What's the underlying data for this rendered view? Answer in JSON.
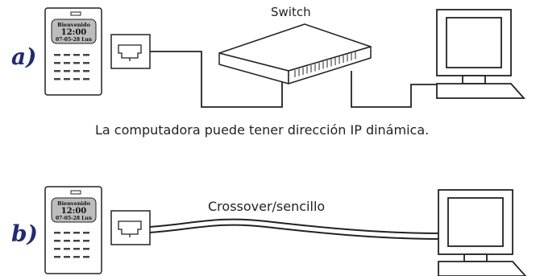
{
  "part_a": {
    "label": "a)",
    "device": {
      "welcome": "Bienvenido",
      "time": "12:00",
      "date": "07-05-28 Lun"
    },
    "switch_label": "Switch",
    "caption": "La computadora puede tener dirección IP dinámica."
  },
  "part_b": {
    "label": "b)",
    "device": {
      "welcome": "Bienvenido",
      "time": "12:00",
      "date": "07-05-28 Lun"
    },
    "cable_label": "Crossover/sencillo"
  },
  "colors": {
    "label": "#1f2a7a",
    "line": "#222222",
    "screen": "#bdbdbd"
  }
}
